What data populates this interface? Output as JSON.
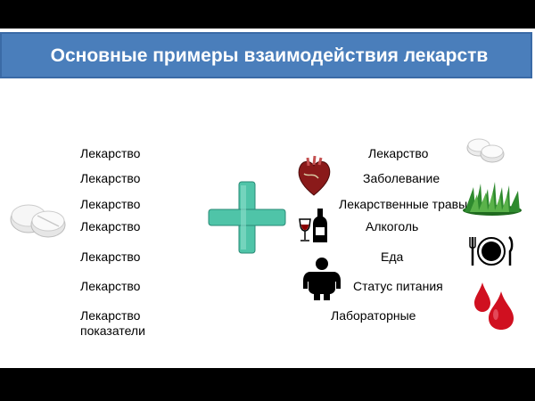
{
  "slide": {
    "title": "Основные примеры взаимодействия лекарств"
  },
  "left_items": [
    "Лекарство",
    "Лекарство",
    "Лекарство",
    "Лекарство",
    "Лекарство",
    "Лекарство",
    "Лекарство"
  ],
  "left_last_continuation": "показатели",
  "right_items": [
    "Лекарство",
    "Заболевание",
    "Лекарственные травы",
    "Алкоголь",
    "Еда",
    "Статус питания",
    "Лабораторные"
  ],
  "colors": {
    "title_bar": "#4a7ebb",
    "plus_sign": "#4fc4a8",
    "blood_drop": "#d01020"
  },
  "icons": [
    "pills-icon",
    "heart-icon",
    "plus-icon",
    "wine-bottle-icon",
    "grass-icon",
    "plate-cutlery-icon",
    "person-icon",
    "blood-drops-icon"
  ]
}
